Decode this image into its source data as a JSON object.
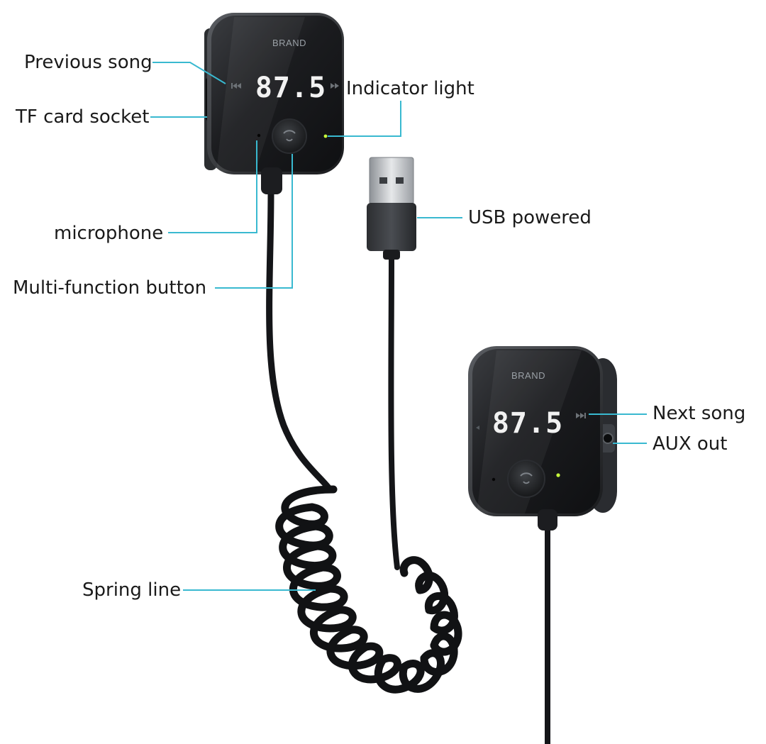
{
  "devices": {
    "main": {
      "brand": "BRAND",
      "frequency": "87.5"
    },
    "secondary": {
      "brand": "BRAND",
      "frequency": "87.5"
    }
  },
  "callouts": {
    "previous_song": "Previous song",
    "tf_card_socket": "TF card socket",
    "indicator_light": "Indicator light",
    "microphone": "microphone",
    "multi_function_button": "Multi-function button",
    "usb_powered": "USB powered",
    "next_song": "Next song",
    "aux_out": "AUX out",
    "spring_line": "Spring line"
  },
  "colors": {
    "leader": "#39b9d0",
    "device_body": "#1d1f22",
    "device_edge": "#3a3d42",
    "indicator": "#c7ff3b",
    "cable": "#141518"
  },
  "icons": {
    "previous": "previous-track-icon",
    "next": "next-track-icon",
    "phone": "phone-icon"
  }
}
